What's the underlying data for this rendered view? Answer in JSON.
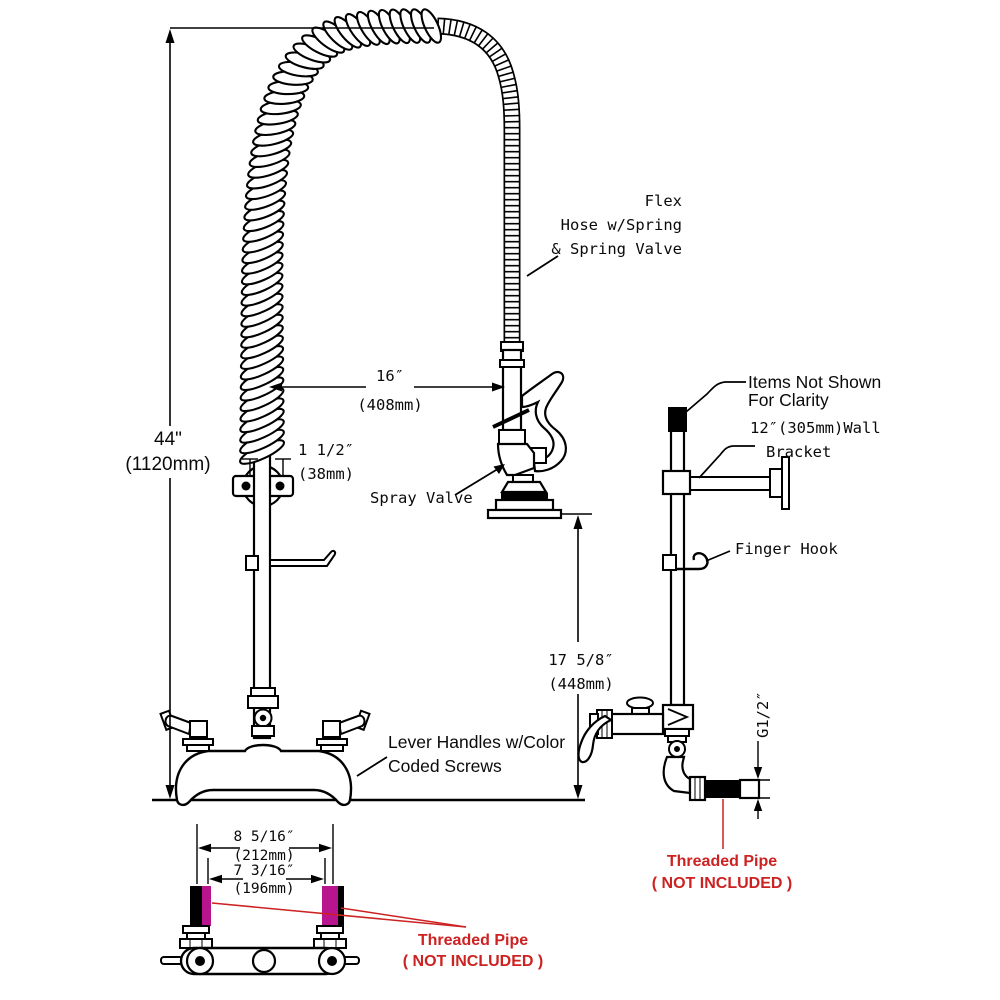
{
  "diagram": {
    "type": "technical-drawing",
    "subject": "wall-mount pre-rinse faucet unit",
    "colors": {
      "line": "#000000",
      "background": "#ffffff",
      "warning_red": "#cc2222",
      "threaded_pipe_magenta": "#b8148e"
    },
    "labels": {
      "flex_hose": {
        "line1": "Flex",
        "line2": "Hose w/Spring",
        "line3": "& Spring Valve"
      },
      "spray_valve": "Spray Valve",
      "items_not_shown": {
        "line1": "Items Not Shown",
        "line2": "For Clarity"
      },
      "wall_bracket": {
        "line1": "12″(305mm)Wall",
        "line2": "Bracket"
      },
      "finger_hook": "Finger Hook",
      "lever_handles": {
        "line1": "Lever Handles w/Color",
        "line2": "Coded Screws"
      },
      "g_thread": "G1/2″",
      "threaded_pipe_right": {
        "line1": "Threaded Pipe",
        "line2": "( NOT INCLUDED )"
      },
      "threaded_pipe_bottom": {
        "line1": "Threaded Pipe",
        "line2": "( NOT INCLUDED )"
      }
    },
    "dimensions": {
      "overall_height": {
        "inches": "44\"",
        "mm": "(1120mm)"
      },
      "hose_offset": {
        "inches": "16″",
        "mm": "(408mm)"
      },
      "riser_width": {
        "inches": "1 1/2″",
        "mm": "(38mm)"
      },
      "spray_clearance": {
        "inches": "17 5/8″",
        "mm": "(448mm)"
      },
      "outer_centers": {
        "inches": "8 5/16″",
        "mm": "(212mm)"
      },
      "inner_centers": {
        "inches": "7 3/16″",
        "mm": "(196mm)"
      }
    }
  }
}
